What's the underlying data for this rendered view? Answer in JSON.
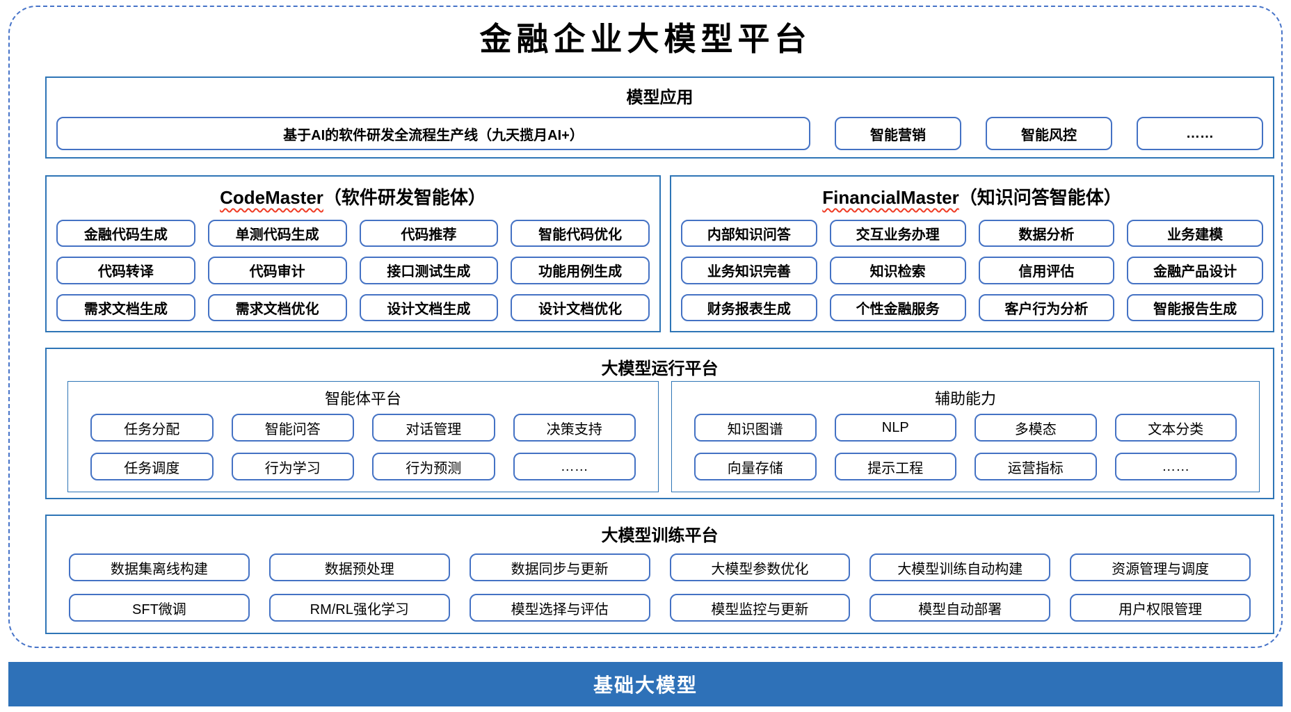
{
  "title": "金融企业大模型平台",
  "colors": {
    "section_border": "#2E75B6",
    "item_border": "#4472C4",
    "outer_dash": "#4673C8",
    "footer_bg": "#2E71B8",
    "squiggle_red": "#EF3B24"
  },
  "model_app": {
    "heading": "模型应用",
    "wide_item": "基于AI的软件研发全流程生产线（九天揽月AI+）",
    "items": [
      "智能营销",
      "智能风控",
      "……"
    ]
  },
  "agents": [
    {
      "name_en": "CodeMaster",
      "name_cn": "（软件研发智能体）",
      "items": [
        [
          "金融代码生成",
          "单测代码生成",
          "代码推荐",
          "智能代码优化"
        ],
        [
          "代码转译",
          "代码审计",
          "接口测试生成",
          "功能用例生成"
        ],
        [
          "需求文档生成",
          "需求文档优化",
          "设计文档生成",
          "设计文档优化"
        ]
      ]
    },
    {
      "name_en": "FinancialMaster",
      "name_cn": "（知识问答智能体）",
      "items": [
        [
          "内部知识问答",
          "交互业务办理",
          "数据分析",
          "业务建模"
        ],
        [
          "业务知识完善",
          "知识检索",
          "信用评估",
          "金融产品设计"
        ],
        [
          "财务报表生成",
          "个性金融服务",
          "客户行为分析",
          "智能报告生成"
        ]
      ]
    }
  ],
  "runtime": {
    "heading": "大模型运行平台",
    "subsections": [
      {
        "heading": "智能体平台",
        "items": [
          [
            "任务分配",
            "智能问答",
            "对话管理",
            "决策支持"
          ],
          [
            "任务调度",
            "行为学习",
            "行为预测",
            "……"
          ]
        ]
      },
      {
        "heading": "辅助能力",
        "items": [
          [
            "知识图谱",
            "NLP",
            "多模态",
            "文本分类"
          ],
          [
            "向量存储",
            "提示工程",
            "运营指标",
            "……"
          ]
        ]
      }
    ]
  },
  "training": {
    "heading": "大模型训练平台",
    "items": [
      [
        "数据集离线构建",
        "数据预处理",
        "数据同步与更新",
        "大模型参数优化",
        "大模型训练自动构建",
        "资源管理与调度"
      ],
      [
        "SFT微调",
        "RM/RL强化学习",
        "模型选择与评估",
        "模型监控与更新",
        "模型自动部署",
        "用户权限管理"
      ]
    ]
  },
  "footer": {
    "label": "基础大模型"
  }
}
